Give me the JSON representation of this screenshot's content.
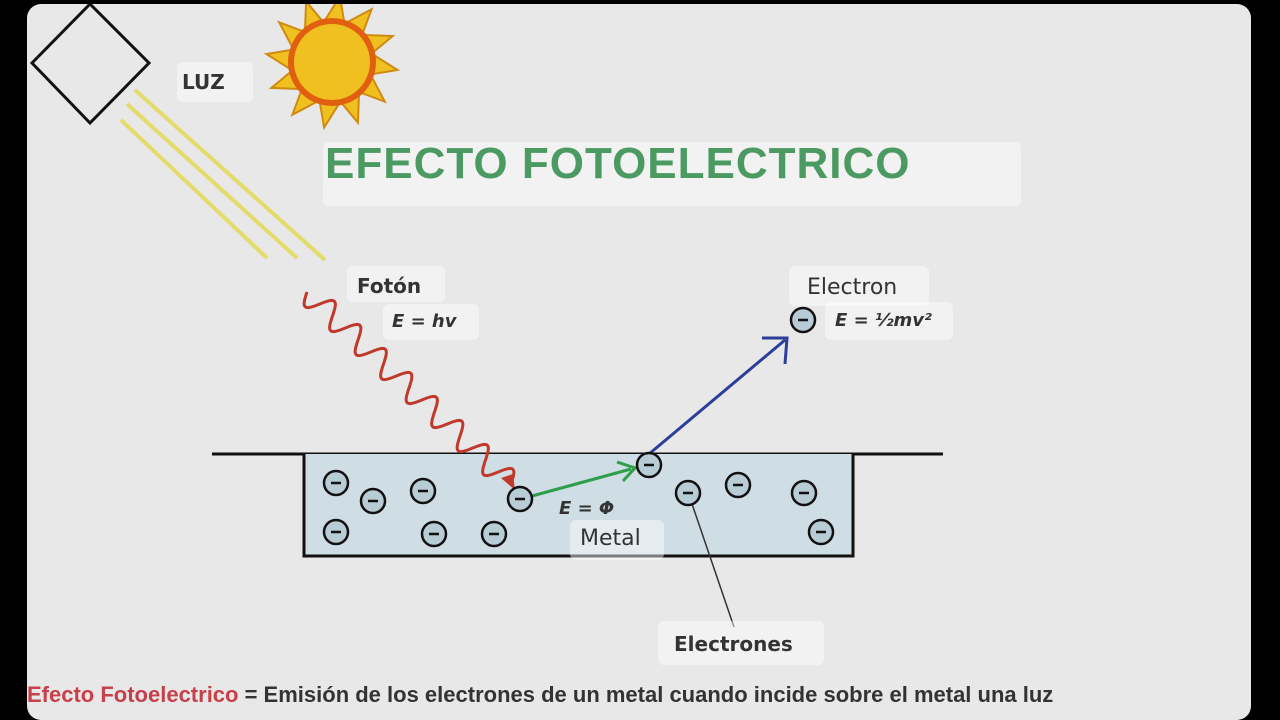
{
  "title": "EFECTO FOTOELECTRICO",
  "labels": {
    "luz": "LUZ",
    "foton": "Fotón",
    "foton_eq": "E = hv",
    "electron": "Electron",
    "electron_eq": "E = ½mv²",
    "work_eq": "E = Φ",
    "metal": "Metal",
    "electrones": "Electrones"
  },
  "caption": {
    "term": "Efecto Fotoelectrico",
    "definition": " = Emisión de los electrones de un metal cuando incide sobre el metal una luz"
  },
  "colors": {
    "title": "#4a9a62",
    "caption_term": "#c8404a",
    "photon_wave": "#c0392b",
    "electron_path": "#2c3e9a",
    "work_arrow": "#2e9e4a",
    "sun": "#f0c020",
    "light_rays": "#e8e070",
    "metal_fill": "#cfdde4"
  },
  "icons": [
    "sun-icon",
    "diamond-shape",
    "electron-icon"
  ]
}
